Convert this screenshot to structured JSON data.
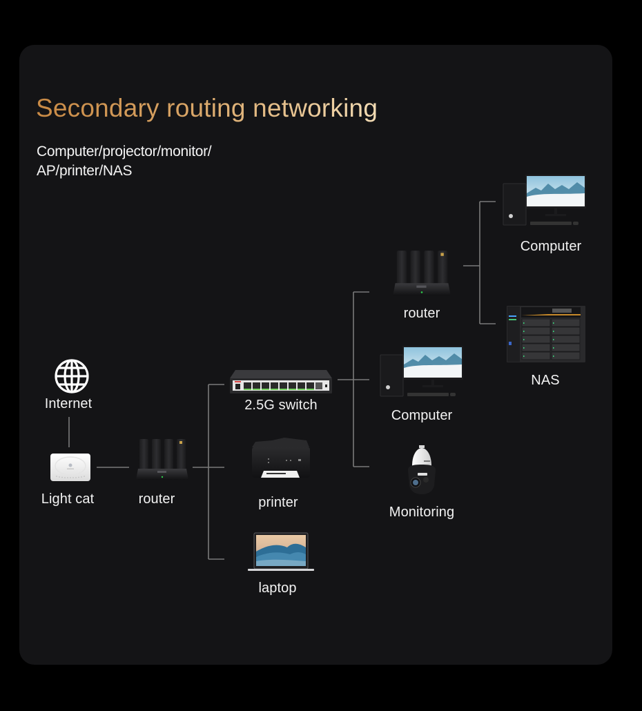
{
  "header": {
    "title": "Secondary routing networking",
    "subtitle_lines": [
      "Computer/projector/monitor/",
      "AP/printer/NAS"
    ]
  },
  "colors": {
    "background": "#000000",
    "card": "#141416",
    "title_gradient": [
      "#c98a45",
      "#d9a566",
      "#f3dcb4"
    ],
    "text": "#f2f2f2",
    "connector": "#7a7a7a"
  },
  "diagram": {
    "nodes": [
      {
        "id": "internet",
        "label": "Internet",
        "icon": "globe-icon"
      },
      {
        "id": "light-cat",
        "label": "Light cat",
        "icon": "optical-modem-icon"
      },
      {
        "id": "router-main",
        "label": "router",
        "icon": "router-icon"
      },
      {
        "id": "switch",
        "label": "2.5G switch",
        "icon": "network-switch-icon"
      },
      {
        "id": "printer",
        "label": "printer",
        "icon": "printer-icon"
      },
      {
        "id": "laptop",
        "label": "laptop",
        "icon": "laptop-icon"
      },
      {
        "id": "router-secondary",
        "label": "router",
        "icon": "router-icon"
      },
      {
        "id": "computer-1",
        "label": "Computer",
        "icon": "desktop-computer-icon"
      },
      {
        "id": "monitoring",
        "label": "Monitoring",
        "icon": "security-camera-icon"
      },
      {
        "id": "computer-2",
        "label": "Computer",
        "icon": "desktop-computer-icon"
      },
      {
        "id": "nas",
        "label": "NAS",
        "icon": "nas-icon"
      }
    ],
    "edges": [
      [
        "internet",
        "light-cat"
      ],
      [
        "light-cat",
        "router-main"
      ],
      [
        "router-main",
        "switch"
      ],
      [
        "router-main",
        "printer"
      ],
      [
        "router-main",
        "laptop"
      ],
      [
        "switch",
        "router-secondary"
      ],
      [
        "switch",
        "computer-1"
      ],
      [
        "switch",
        "monitoring"
      ],
      [
        "router-secondary",
        "computer-2"
      ],
      [
        "router-secondary",
        "nas"
      ]
    ]
  }
}
